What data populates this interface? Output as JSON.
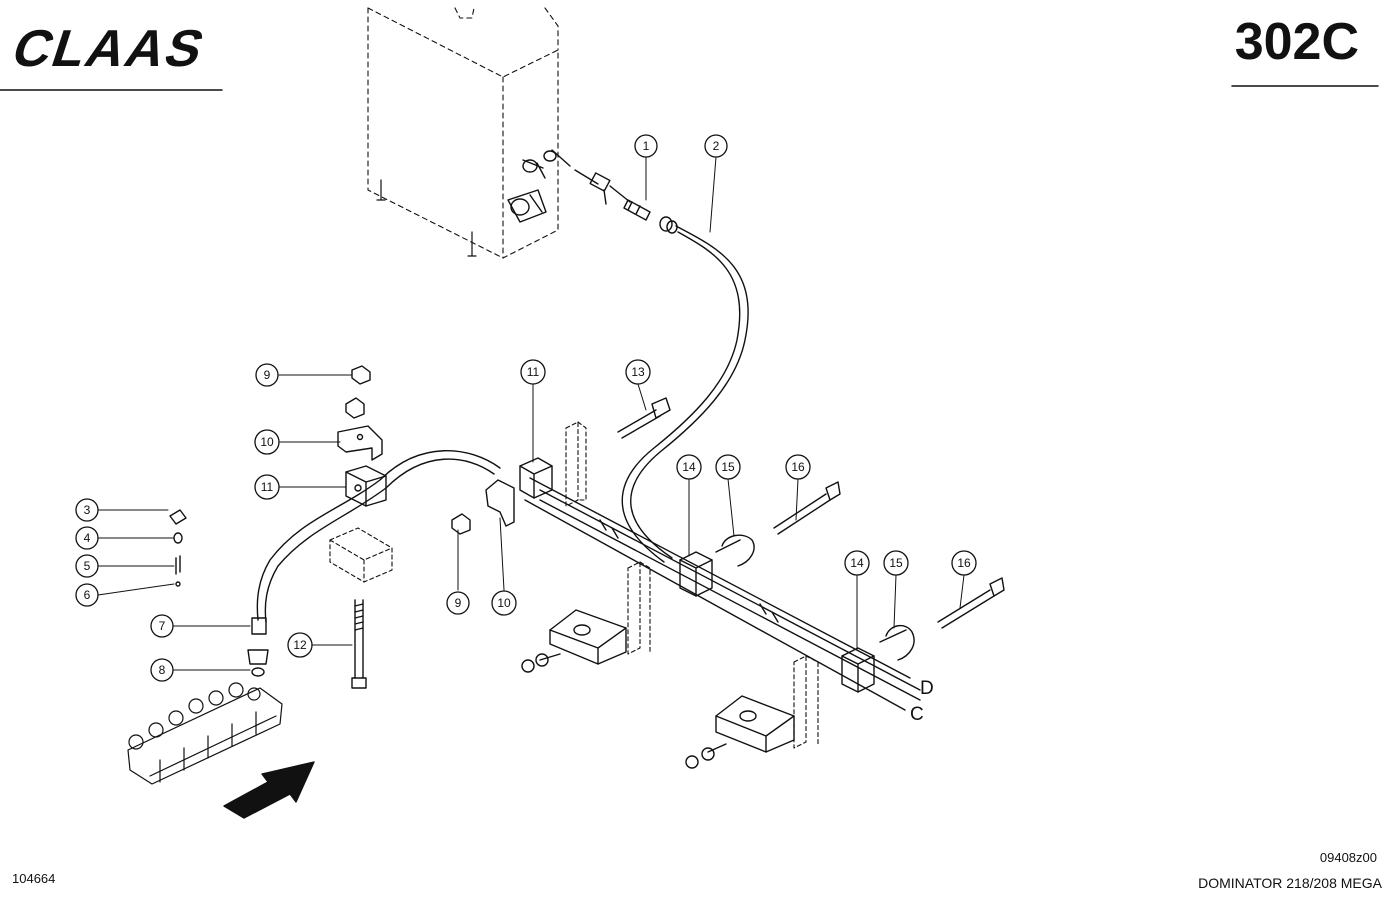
{
  "header": {
    "brand": "CLAAS",
    "page_code": "302C"
  },
  "footer": {
    "doc_number": "104664",
    "drawing_number": "09408z00",
    "model": "DOMINATOR 218/208 MEGA"
  },
  "callouts": [
    "1",
    "2",
    "3",
    "4",
    "5",
    "6",
    "7",
    "8",
    "9",
    "10",
    "11",
    "12",
    "13",
    "14",
    "15",
    "16"
  ],
  "repeat_callouts": {
    "nine": "9",
    "ten": "10",
    "eleven": "11",
    "fourteen": "14",
    "fifteen": "15",
    "sixteen": "16"
  },
  "line_labels": {
    "d": "D",
    "c": "C"
  },
  "colors": {
    "ink": "#111111",
    "paper": "#ffffff"
  }
}
